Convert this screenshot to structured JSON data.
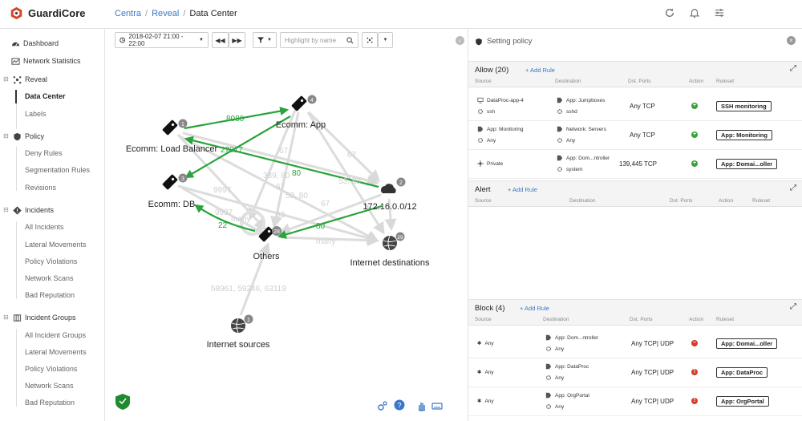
{
  "app": {
    "name": "GuardiCore"
  },
  "breadcrumb": [
    "Centra",
    "Reveal",
    "Data Center"
  ],
  "sidebar": {
    "items": [
      {
        "label": "Dashboard",
        "icon": "dashboard-icon",
        "type": "top"
      },
      {
        "label": "Network Statistics",
        "icon": "chart-icon",
        "type": "top"
      },
      {
        "label": "Reveal",
        "icon": "reveal-icon",
        "type": "top"
      },
      {
        "label": "Data Center",
        "type": "sub",
        "active": true
      },
      {
        "label": "Labels",
        "type": "sub"
      },
      {
        "label": "Policy",
        "icon": "shield-icon",
        "type": "top"
      },
      {
        "label": "Deny Rules",
        "type": "sub"
      },
      {
        "label": "Segmentation Rules",
        "type": "sub"
      },
      {
        "label": "Revisions",
        "type": "sub"
      },
      {
        "label": "Incidents",
        "icon": "incident-icon",
        "type": "top"
      },
      {
        "label": "All Incidents",
        "type": "sub"
      },
      {
        "label": "Lateral Movements",
        "type": "sub"
      },
      {
        "label": "Policy Violations",
        "type": "sub"
      },
      {
        "label": "Network Scans",
        "type": "sub"
      },
      {
        "label": "Bad Reputation",
        "type": "sub"
      },
      {
        "label": "Incident Groups",
        "icon": "incident-groups-icon",
        "type": "top"
      },
      {
        "label": "All Incident Groups",
        "type": "sub"
      },
      {
        "label": "Lateral Movements",
        "type": "sub"
      },
      {
        "label": "Policy Violations",
        "type": "sub"
      },
      {
        "label": "Network Scans",
        "type": "sub"
      },
      {
        "label": "Bad Reputation",
        "type": "sub"
      }
    ]
  },
  "toolbar": {
    "time_range": "2018-02-07 21:00 - 22:00",
    "search_placeholder": "Highlight by name"
  },
  "graph": {
    "nodes": [
      {
        "label": "Ecomm: Load Balancer",
        "badge": "1"
      },
      {
        "label": "Ecomm: App",
        "badge": "4"
      },
      {
        "label": "Ecomm: DB",
        "badge": "3"
      },
      {
        "label": "172.16.0.0/12",
        "badge": "2"
      },
      {
        "label": "Others",
        "badge": "28"
      },
      {
        "label": "Internet destinations",
        "badge": "29"
      },
      {
        "label": "Internet sources",
        "badge": "1"
      }
    ],
    "edge_labels_green": [
      "8080",
      "27017",
      "80",
      "22",
      "80"
    ],
    "edge_labels_grey": [
      "67",
      "67",
      "9997",
      "9997",
      "389, 80",
      "67",
      "53, 80",
      "67",
      "53",
      "many",
      "many",
      "53, 80",
      "58961, 59246, 63119"
    ]
  },
  "panel": {
    "title": "Setting policy",
    "columns_allow": [
      "Source",
      "Destination",
      "Dst. Ports",
      "Action",
      "Ruleset"
    ],
    "allow": {
      "title": "Allow (20)",
      "add": "+ Add Rule",
      "rows": [
        {
          "src1": "DataProc-app-4",
          "src2": "ssh",
          "dst1": "App: Jumpboxes",
          "dst2": "sshd",
          "ports": "Any  TCP",
          "ruleset": "SSH monitoring"
        },
        {
          "src1": "App: Monitoring",
          "src2": "Any",
          "dst1": "Network: Servers",
          "dst2": "Any",
          "ports": "Any  TCP",
          "ruleset": "App: Monitoring"
        },
        {
          "src1": "Private",
          "src2": "",
          "dst1": "App: Dom...ntroller",
          "dst2": "system",
          "ports": "139,445  TCP",
          "ruleset": "App: Domai...oller"
        }
      ]
    },
    "alert": {
      "title": "Alert",
      "add": "+ Add Rule"
    },
    "block": {
      "title": "Block (4)",
      "add": "+ Add Rule",
      "rows": [
        {
          "src1": "Any",
          "dst1": "App: Dom...ntroller",
          "dst2": "Any",
          "ports": "Any  TCP| UDP",
          "ruleset": "App: Domai...oller",
          "action": "minus"
        },
        {
          "src1": "Any",
          "dst1": "App: DataProc",
          "dst2": "Any",
          "ports": "Any  TCP| UDP",
          "ruleset": "App: DataProc",
          "action": "excl"
        },
        {
          "src1": "Any",
          "dst1": "App: OrgPortal",
          "dst2": "Any",
          "ports": "Any  TCP| UDP",
          "ruleset": "App: OrgPortal",
          "action": "excl"
        }
      ]
    }
  },
  "colors": {
    "accent": "#3a77c8",
    "allow_green": "#29a33a",
    "block_red": "#d93a2b",
    "edge_grey": "#d9d9d9"
  }
}
